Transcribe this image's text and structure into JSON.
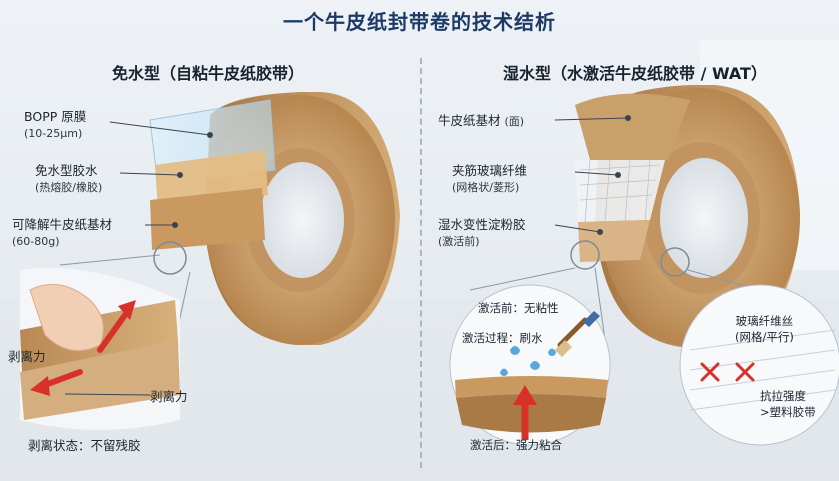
{
  "title": "一个牛皮纸封带卷的技术结析",
  "left": {
    "heading": "免水型（自粘牛皮纸胶带）",
    "layers": [
      {
        "name": "BOPP 原膜",
        "detail": "(10-25μm)"
      },
      {
        "name": "免水型胶水",
        "detail": "(热熔胶/橡胶)"
      },
      {
        "name": "可降解牛皮纸基材",
        "detail": "(60-80g)"
      }
    ],
    "peel_label_1": "剥离力",
    "peel_label_2": "剥离力",
    "peel_state": "剥离状态：不留残胶"
  },
  "right": {
    "heading": "湿水型（水激活牛皮纸胶带 / WAT）",
    "layers": [
      {
        "name": "牛皮纸基材",
        "detail": "(面)"
      },
      {
        "name": "夹筋玻璃纤维",
        "detail": "(网格状/菱形)"
      },
      {
        "name": "湿水变性淀粉胶",
        "detail": "(激活前)"
      }
    ],
    "before": "激活前：无粘性",
    "process": "激活过程：刷水",
    "after": "激活后：强力粘合",
    "fiber_title": "玻璃纤维丝",
    "fiber_sub": "(网格/平行)",
    "strength_1": "抗拉强度",
    "strength_2": ">塑料胶带"
  },
  "colors": {
    "kraft": "#c9a06a",
    "kraft_dark": "#a87a45",
    "title_blue": "#1d3a66",
    "arrow_red": "#d8312a"
  }
}
